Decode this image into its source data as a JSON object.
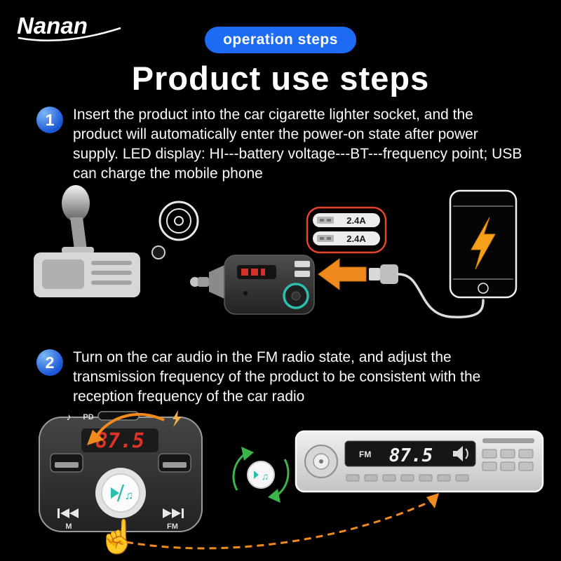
{
  "brand": {
    "logo": "Nanan"
  },
  "header": {
    "badge": "operation steps",
    "title": "Product use steps"
  },
  "steps": [
    {
      "number": "1",
      "text": "Insert the product into the car cigarette lighter socket, and the product will automatically enter the power-on state after power supply. LED display: HI---battery voltage---BT---frequency point; USB can charge the mobile phone"
    },
    {
      "number": "2",
      "text": "Turn on the car audio in the FM radio state, and adjust the transmission frequency of the product to be consistent with the reception frequency of the car radio"
    }
  ],
  "illustration1": {
    "usb_port_labels": [
      "2.4A",
      "2.4A"
    ]
  },
  "illustration2": {
    "device_display_freq": "87.5",
    "pd_port_label": "PD",
    "memory_button_label": "M",
    "fm_button_label": "FM",
    "radio_band_label": "FM",
    "radio_display_freq": "87.5"
  },
  "icons": {
    "music_note": "♪",
    "beamed_notes": "♫",
    "hand_pointer": "☝"
  },
  "colors": {
    "badge_blue": "#1d6bf2",
    "accent_orange": "#f08a1d",
    "display_red": "#e03227",
    "button_teal": "#2bbfae",
    "rotate_green": "#3bb54a"
  }
}
